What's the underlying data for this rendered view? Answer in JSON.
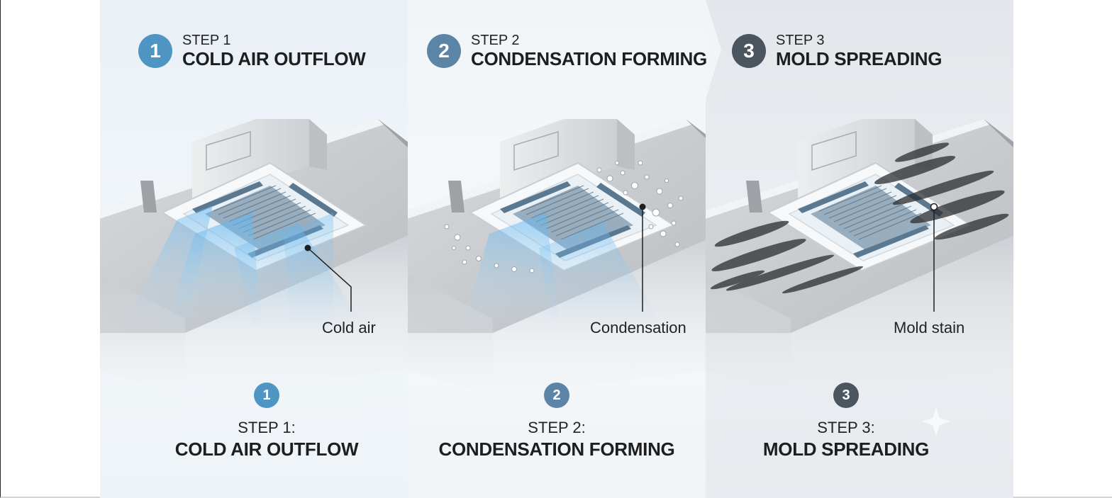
{
  "steps": [
    {
      "badge": "1",
      "header_kicker": "STEP 1",
      "header_title": "COLD AIR OUTFLOW",
      "callout": "Cold air",
      "footer_kicker": "STEP 1:",
      "footer_title": "COLD AIR OUTFLOW",
      "theme_color": "#4f95c4"
    },
    {
      "badge": "2",
      "header_kicker": "STEP 2",
      "header_title": "CONDENSATION FORMING",
      "callout": "Condensation",
      "footer_kicker": "STEP 2:",
      "footer_title": "CONDENSATION FORMING",
      "theme_color": "#5c84a6"
    },
    {
      "badge": "3",
      "header_kicker": "STEP 3",
      "header_title": "MOLD SPREADING",
      "callout": "Mold stain",
      "footer_kicker": "STEP 3:",
      "footer_title": "MOLD SPREADING",
      "theme_color": "#4a5560"
    }
  ],
  "icons": [
    "ceiling-cassette-ac-icon",
    "cold-airflow-icon",
    "water-droplets-icon",
    "mold-stain-icon",
    "sparkle-icon"
  ]
}
